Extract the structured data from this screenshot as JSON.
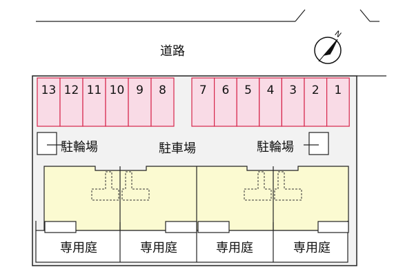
{
  "road": {
    "label": "道路"
  },
  "compass": {
    "north_label": "N"
  },
  "parking": {
    "label": "駐車場",
    "space_color": "#f9dbe6",
    "space_border": "#d6244a",
    "left_spaces": [
      "13",
      "12",
      "11",
      "10",
      "9",
      "8"
    ],
    "right_spaces": [
      "7",
      "6",
      "5",
      "4",
      "3",
      "2",
      "1"
    ]
  },
  "bicycle_parking": {
    "left_label": "駐輪場",
    "right_label": "駐輪場"
  },
  "building": {
    "fill_color": "#fbfad1"
  },
  "gardens": [
    "専用庭",
    "専用庭",
    "専用庭",
    "専用庭"
  ]
}
